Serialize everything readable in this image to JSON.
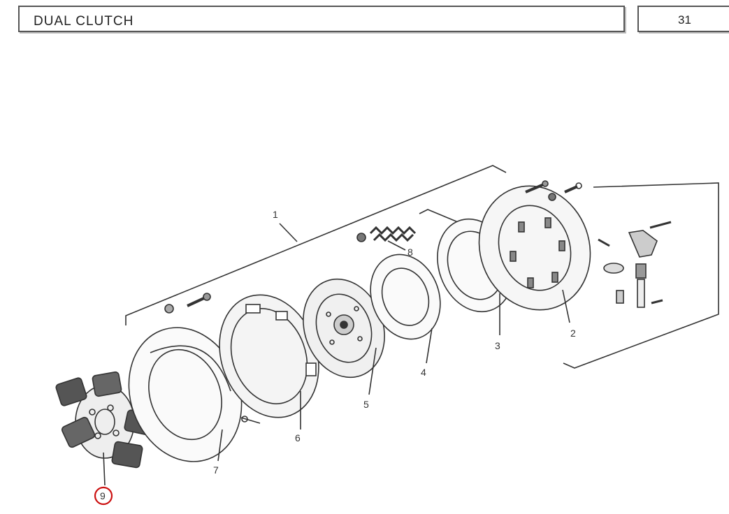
{
  "header": {
    "title": "DUAL CLUTCH",
    "page_number": "31"
  },
  "callouts": {
    "c1": "1",
    "c2": "2",
    "c3": "3",
    "c4": "4",
    "c5": "5",
    "c6": "6",
    "c7": "7",
    "c8": "8",
    "c9": "9"
  },
  "highlight_color": "#cc1111"
}
